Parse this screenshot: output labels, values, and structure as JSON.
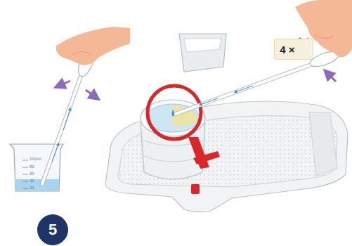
{
  "diagram": {
    "nodes": [
      {
        "text": [
          "4 ×"
        ]
      },
      {
        "text": [
          "5"
        ]
      }
    ],
    "labels": [
      "100ml",
      "80",
      "60",
      "40",
      "20"
    ]
  }
}
